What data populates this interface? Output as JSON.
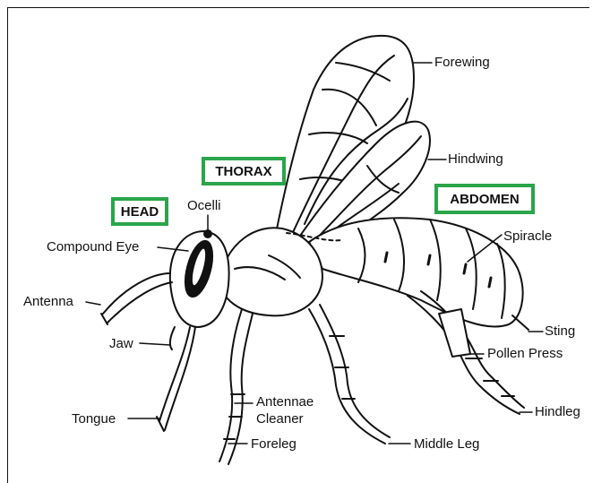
{
  "colors": {
    "region_border": "#2aa54a",
    "ink": "#111111",
    "background": "#ffffff"
  },
  "regions": {
    "head": "HEAD",
    "thorax": "THORAX",
    "abdomen": "ABDOMEN"
  },
  "labels": {
    "forewing": "Forewing",
    "hindwing": "Hindwing",
    "ocelli": "Ocelli",
    "compound_eye": "Compound Eye",
    "spiracle": "Spiracle",
    "antenna": "Antenna",
    "jaw": "Jaw",
    "sting": "Sting",
    "pollen_press": "Pollen Press",
    "antennae_cleaner_1": "Antennae",
    "antennae_cleaner_2": "Cleaner",
    "tongue": "Tongue",
    "hindleg": "Hindleg",
    "foreleg": "Foreleg",
    "middle_leg": "Middle Leg"
  }
}
